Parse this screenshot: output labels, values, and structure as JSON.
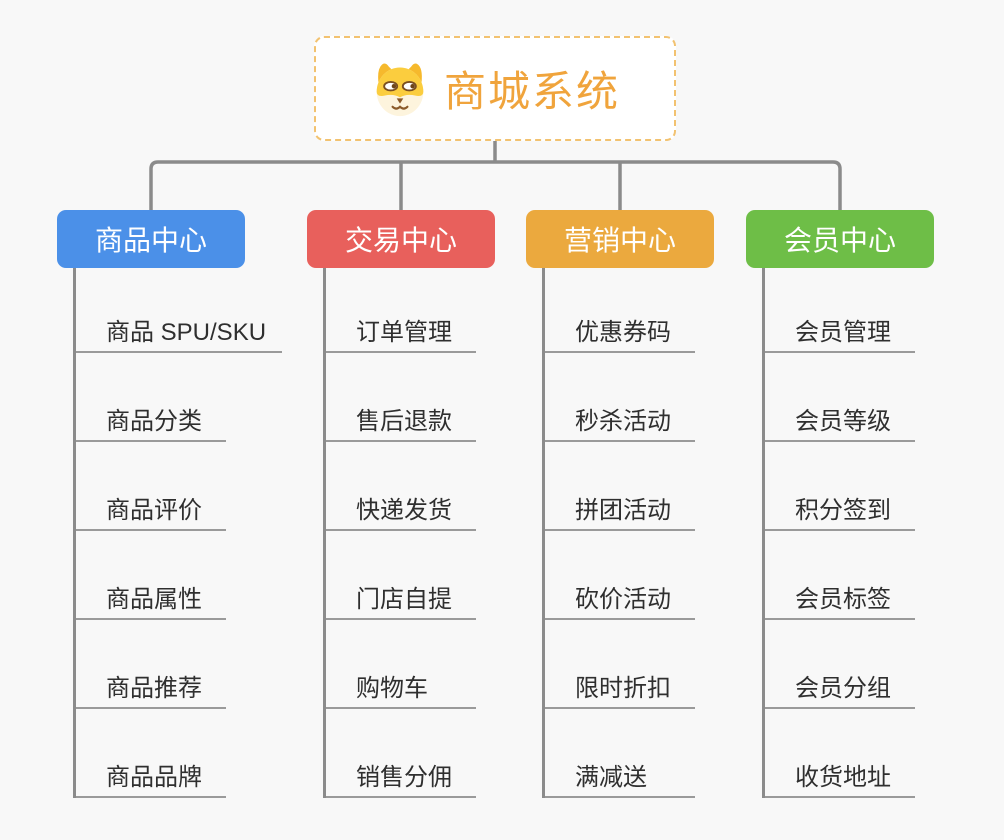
{
  "root": {
    "title": "商城系统",
    "icon": "dog-face-icon",
    "accent_color": "#f0a43c",
    "border_color": "#f2c270"
  },
  "branches": [
    {
      "label": "商品中心",
      "color": "#4b90e8",
      "items": [
        "商品 SPU/SKU",
        "商品分类",
        "商品评价",
        "商品属性",
        "商品推荐",
        "商品品牌"
      ]
    },
    {
      "label": "交易中心",
      "color": "#e8605c",
      "items": [
        "订单管理",
        "售后退款",
        "快递发货",
        "门店自提",
        "购物车",
        "销售分佣"
      ]
    },
    {
      "label": "营销中心",
      "color": "#eba93e",
      "items": [
        "优惠券码",
        "秒杀活动",
        "拼团活动",
        "砍价活动",
        "限时折扣",
        "满减送"
      ]
    },
    {
      "label": "会员中心",
      "color": "#6ebe47",
      "items": [
        "会员管理",
        "会员等级",
        "积分签到",
        "会员标签",
        "会员分组",
        "收货地址"
      ]
    }
  ],
  "connector_color": "#8b8b8b"
}
